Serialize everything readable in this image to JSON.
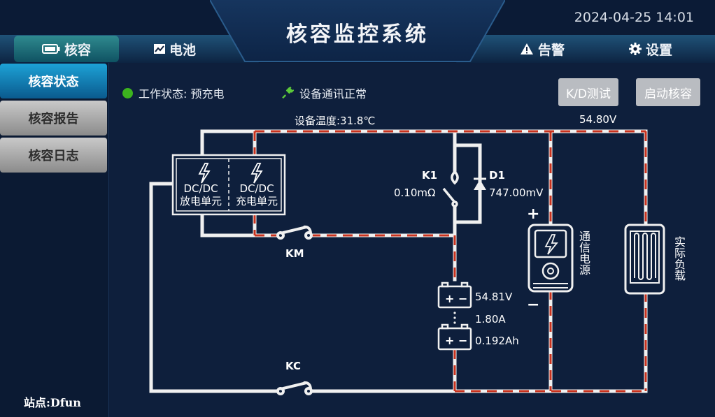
{
  "header": {
    "title": "核容监控系统",
    "datetime": "2024-04-25 14:01"
  },
  "tabs": [
    {
      "label": "核容",
      "icon": "battery-icon",
      "active": true
    },
    {
      "label": "电池",
      "icon": "chart-icon",
      "active": false
    },
    {
      "label": "告警",
      "icon": "warning-icon",
      "active": false
    },
    {
      "label": "设置",
      "icon": "gear-icon",
      "active": false
    }
  ],
  "sidebar": {
    "items": [
      {
        "label": "核容状态",
        "active": true
      },
      {
        "label": "核容报告",
        "active": false
      },
      {
        "label": "核容日志",
        "active": false
      }
    ],
    "station": "站点:Dfun"
  },
  "status": {
    "work_state": "工作状态: 预充电",
    "comm_state": "设备通讯正常"
  },
  "buttons": {
    "kd_test": "K/D测试",
    "start_check": "启动核容"
  },
  "circuit": {
    "device_temp": "设备温度:31.8℃",
    "bus_voltage": "54.80V",
    "dcdc_left": [
      "DC/DC",
      "放电单元"
    ],
    "dcdc_right": [
      "DC/DC",
      "充电单元"
    ],
    "k1_label": "K1",
    "k1_value": "0.10mΩ",
    "d1_label": "D1",
    "d1_value": "747.00mV",
    "km_label": "KM",
    "kc_label": "KC",
    "battery_voltage": "54.81V",
    "battery_current": "1.80A",
    "battery_capacity": "0.192Ah",
    "power_source": "通信电源",
    "load": "实际负载",
    "plus": "+",
    "minus": "−",
    "cell_plus": "+",
    "cell_minus": "−"
  },
  "colors": {
    "background": "#0e1f3c",
    "wire": "#f0f0f0",
    "current_flow": "#c8321e",
    "status_ok": "#3cb31e",
    "active_tab": "#2f8a8f",
    "active_side": "#1da2d6"
  }
}
